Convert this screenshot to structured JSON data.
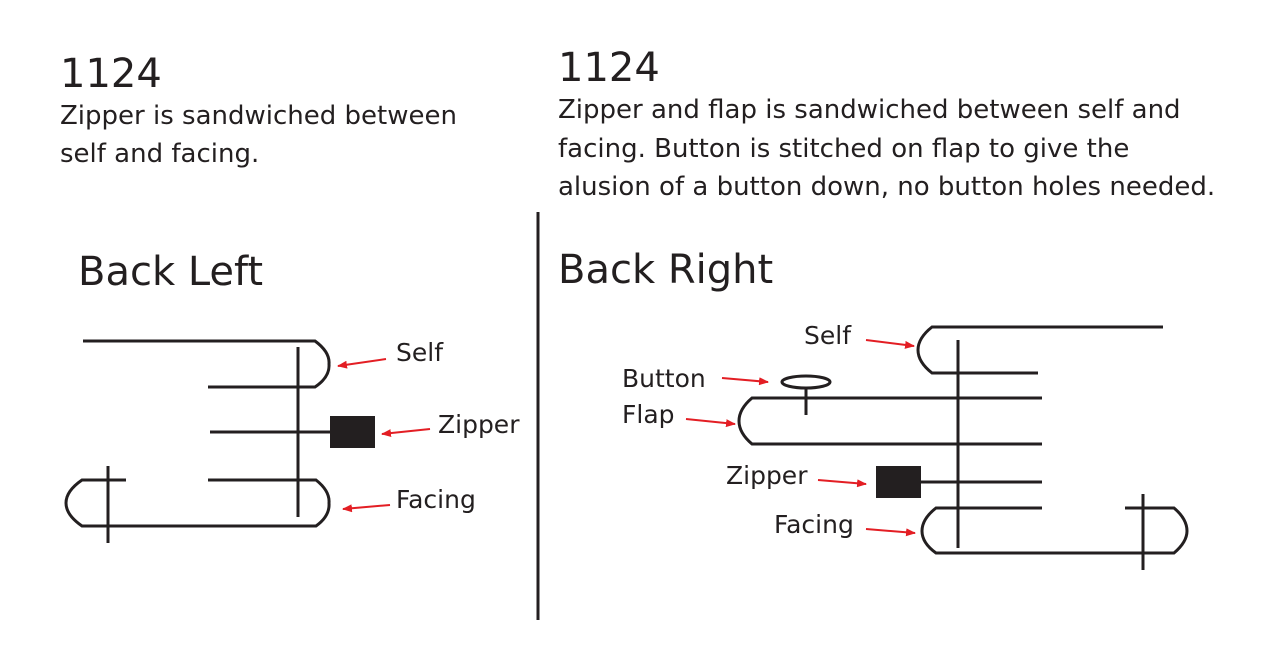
{
  "left": {
    "code": "1124",
    "description_lines": [
      "Zipper is sandwiched between",
      "self and facing."
    ],
    "heading": "Back Left",
    "labels": {
      "self": "Self",
      "zipper": "Zipper",
      "facing": "Facing"
    }
  },
  "right": {
    "code": "1124",
    "description_lines": [
      "Zipper and flap is sandwiched between self and",
      "facing. Button is stitched on flap to give the",
      "alusion of a button down, no button holes needed."
    ],
    "heading": "Back Right",
    "labels": {
      "self": "Self",
      "button": "Button",
      "flap": "Flap",
      "zipper": "Zipper",
      "facing": "Facing"
    }
  },
  "colors": {
    "line": "#231f20",
    "arrow": "#e31e24",
    "text": "#231f20"
  }
}
